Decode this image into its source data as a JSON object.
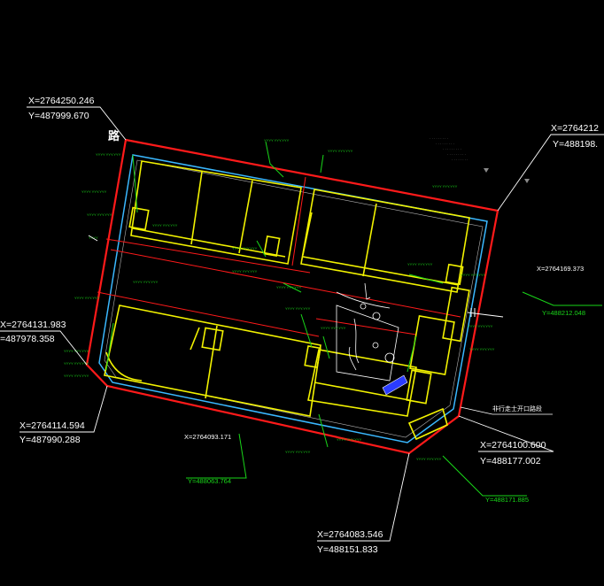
{
  "road_label": "路",
  "gate_label": "非行走士开口路段",
  "colors": {
    "background": "#000000",
    "boundary": "#ff1a1a",
    "building": "#f2f200",
    "setback": "#3ab8ff",
    "leader": "#ffffff",
    "green_leader": "#19d619",
    "marker": "#2a3cff"
  },
  "coordinate_labels": {
    "top_left_x": "X=2764250.246",
    "top_left_y": "Y=487999.670",
    "top_right_x": "X=2764212",
    "top_right_y": "Y=488198.",
    "left_x": "X=2764131.983",
    "left_y": "=487978.358",
    "bottom_left_x": "X=2764114.594",
    "bottom_left_y": "Y=487990.288",
    "bottom_right_x": "X=2764100.600",
    "bottom_right_y": "Y=488177.002",
    "bottom_x": "X=2764083.546",
    "bottom_y": "Y=488151.833",
    "right_mid_x": "X=2764169.373",
    "right_mid_y": "Y=488212.048",
    "center_x": "X=2764093.171",
    "center_y": "Y=488063.764",
    "br_green_y": "Y=488171.885"
  }
}
